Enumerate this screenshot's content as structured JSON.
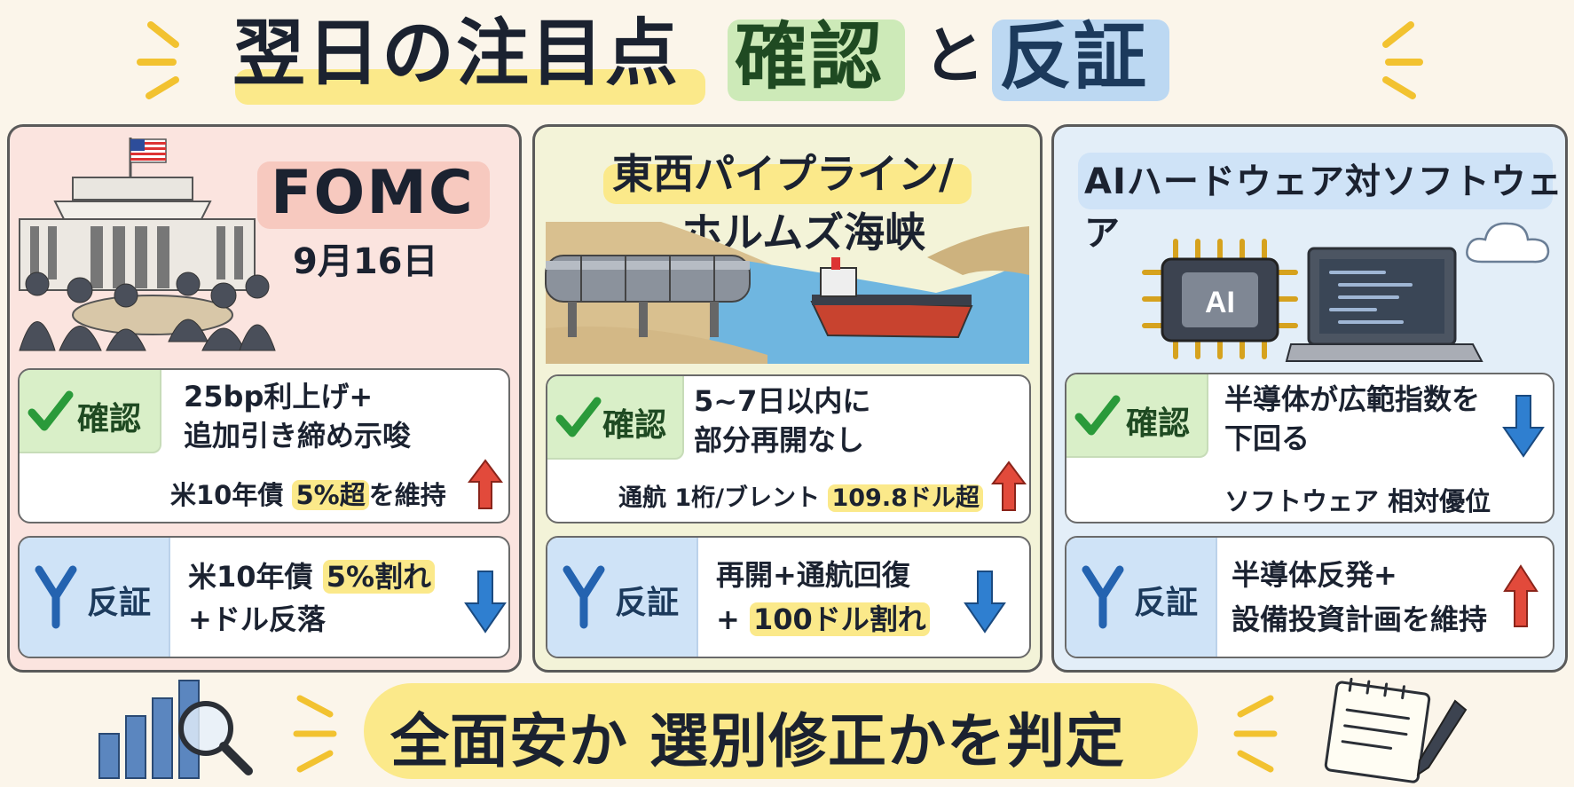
{
  "header": {
    "title": "翌日の注目点",
    "confirm": "確認",
    "and": "と",
    "refute": "反証"
  },
  "panels": [
    {
      "heading": "FOMC",
      "subheading": "9月16日",
      "confirm_label": "確認",
      "confirm_lines": [
        "25bp利上げ+",
        "追加引き締め示唆"
      ],
      "confirm_sub_pre": "米10年債 ",
      "confirm_sub_mark": "5%超",
      "confirm_sub_post": "を維持",
      "confirm_arrow": "up",
      "refute_label": "反証",
      "refute_line1_pre": "米10年債 ",
      "refute_line1_mark": "5%割れ",
      "refute_line2": "+ドル反落",
      "refute_arrow": "down"
    },
    {
      "heading_line1": "東西パイプライン/",
      "heading_line2": "ホルムズ海峡",
      "confirm_label": "確認",
      "confirm_lines": [
        "5~7日以内に",
        "部分再開なし"
      ],
      "confirm_sub_pre": "通航 1桁/ブレント ",
      "confirm_sub_mark": "109.8ドル超",
      "confirm_arrow": "up",
      "refute_label": "反証",
      "refute_line1": "再開+通航回復",
      "refute_line2_pre": "+ ",
      "refute_line2_mark": "100ドル割れ",
      "refute_arrow": "down"
    },
    {
      "heading": "AIハードウェア対ソフトウェア",
      "chip_label": "AI",
      "confirm_label": "確認",
      "confirm_lines": [
        "半導体が広範指数を",
        "下回る"
      ],
      "confirm_sub": "ソフトウェア 相対優位",
      "confirm_arrow": "down",
      "refute_label": "反証",
      "refute_lines": [
        "半導体反発+",
        "設備投資計画を維持"
      ],
      "refute_arrow": "up"
    }
  ],
  "footer": {
    "text": "全面安か 選別修正かを判定"
  },
  "colors": {
    "background": "#fbf5ea",
    "yellow_highlight": "#fbe98a",
    "green_highlight": "#cdeab8",
    "blue_highlight": "#bcd8f2",
    "panel1_bg": "#fbe4df",
    "panel2_bg": "#f3f3d8",
    "panel3_bg": "#e3eef8",
    "arrow_up": "#e24a3b",
    "arrow_down": "#2f7fd0",
    "check_green": "#2a9a3a"
  },
  "icons": [
    "capitol-building-icon",
    "us-flag-icon",
    "meeting-people-icon",
    "pipeline-icon",
    "tanker-ship-icon",
    "ai-chip-icon",
    "laptop-icon",
    "cloud-icon",
    "check-icon",
    "fork-icon",
    "up-arrow-icon",
    "down-arrow-icon",
    "bar-chart-magnifier-icon",
    "notepad-pen-icon"
  ]
}
